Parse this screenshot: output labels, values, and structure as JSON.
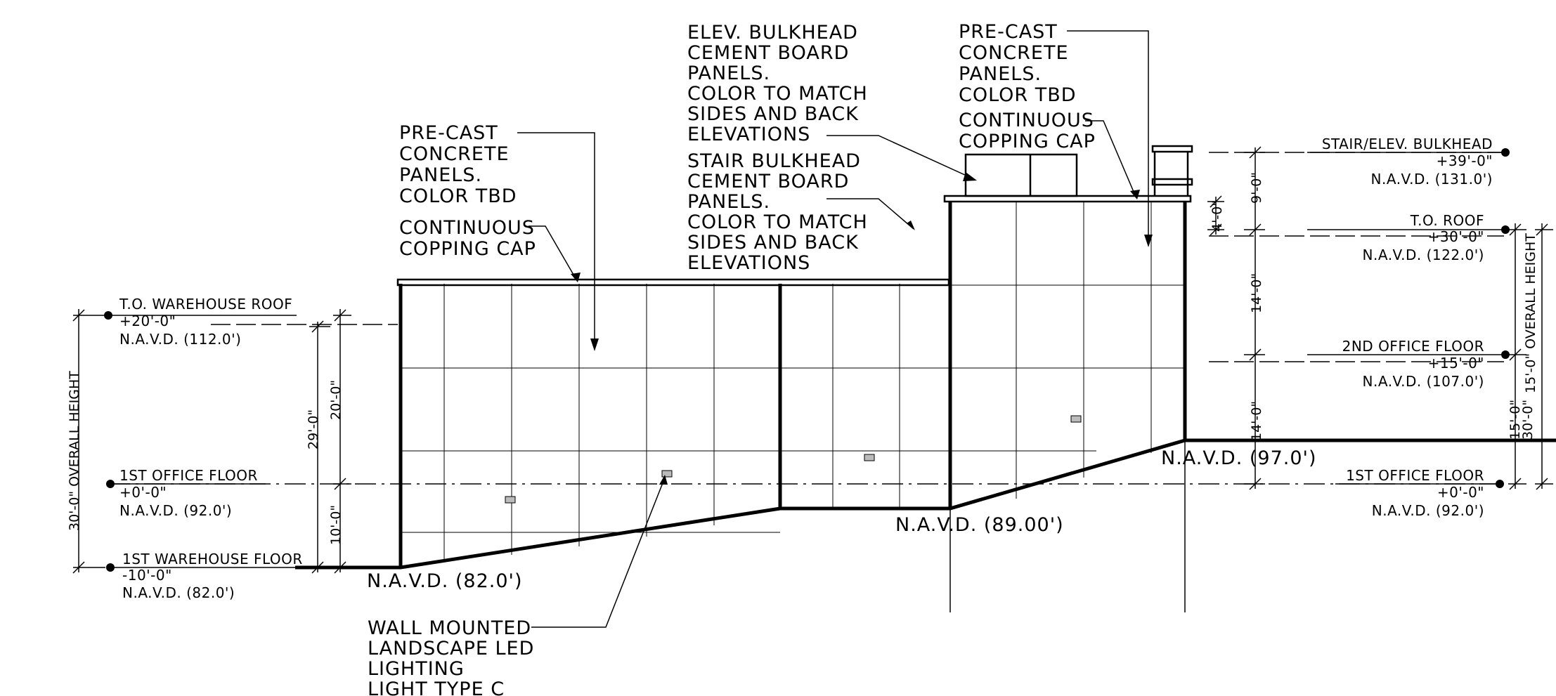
{
  "notes": {
    "precast_left": [
      "PRE-CAST",
      "CONCRETE",
      "PANELS.",
      "COLOR TBD"
    ],
    "copping_left": [
      "CONTINUOUS",
      "COPPING CAP"
    ],
    "elev_bulkhead": [
      "ELEV. BULKHEAD",
      "CEMENT BOARD",
      "PANELS.",
      "COLOR TO MATCH",
      "SIDES AND BACK",
      "ELEVATIONS"
    ],
    "stair_bulkhead": [
      "STAIR BULKHEAD",
      "CEMENT BOARD",
      "PANELS.",
      "COLOR TO MATCH",
      "SIDES AND BACK",
      "ELEVATIONS"
    ],
    "precast_right": [
      "PRE-CAST",
      "CONCRETE",
      "PANELS.",
      "COLOR TBD"
    ],
    "copping_right": [
      "CONTINUOUS",
      "COPPING CAP"
    ],
    "lighting": [
      "WALL MOUNTED",
      "LANDSCAPE LED",
      "LIGHTING",
      "LIGHT TYPE C"
    ]
  },
  "grade_labels": {
    "left": "N.A.V.D. (82.0')",
    "middle": "N.A.V.D. (89.00')",
    "right": "N.A.V.D. (97.0')"
  },
  "levels_left": [
    {
      "name": "T.O. WAREHOUSE ROOF",
      "elev": "+20'-0\"",
      "navd": "N.A.V.D. (112.0')"
    },
    {
      "name": "1ST OFFICE FLOOR",
      "elev": "+0'-0\"",
      "navd": "N.A.V.D. (92.0')"
    },
    {
      "name": "1ST WAREHOUSE FLOOR",
      "elev": "-10'-0\"",
      "navd": "N.A.V.D. (82.0')"
    }
  ],
  "levels_right": [
    {
      "name": "STAIR/ELEV. BULKHEAD",
      "elev": "+39'-0\"",
      "navd": "N.A.V.D. (131.0')"
    },
    {
      "name": "T.O. ROOF",
      "elev": "+30'-0\"",
      "navd": "N.A.V.D. (122.0')"
    },
    {
      "name": "2ND OFFICE FLOOR",
      "elev": "+15'-0\"",
      "navd": "N.A.V.D. (107.0')"
    },
    {
      "name": "1ST OFFICE FLOOR",
      "elev": "+0'-0\"",
      "navd": "N.A.V.D. (92.0')"
    }
  ],
  "dims_left": {
    "overall": "30'-0\"  OVERALL HEIGHT",
    "d29": "29'-0\"",
    "d20": "20'-0\"",
    "d10": "10'-0\""
  },
  "dims_right": {
    "d9": "9'-0\"",
    "d4": "4'-0\"",
    "d14a": "14'-0\"",
    "d14b": "14'-0\"",
    "overall": "15'-0\"  OVERALL HEIGHT",
    "d15": "15'-0\"",
    "d30": "30'-0\""
  }
}
